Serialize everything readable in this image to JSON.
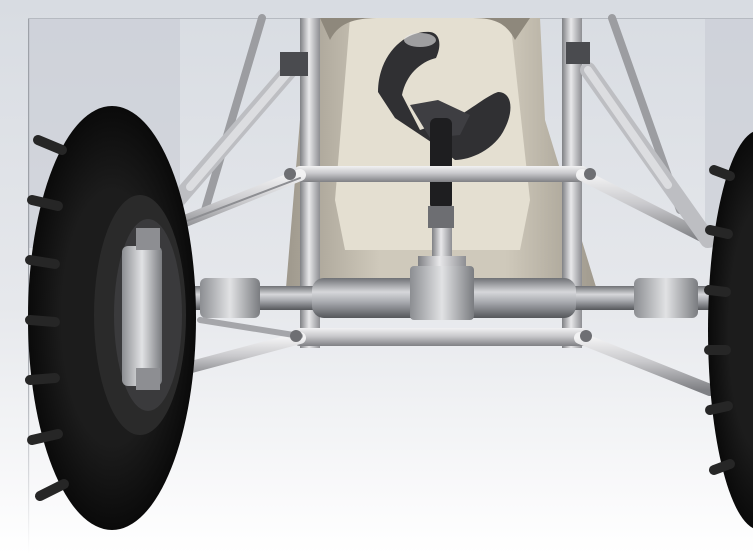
{
  "scene": {
    "subject": "buggy-front-suspension-render",
    "colors": {
      "background_top": "#d8dce2",
      "background_bottom": "#ffffff",
      "frame_tube": "#c9c9cc",
      "frame_tube_shade": "#8d8e92",
      "seat": "#b9b3a6",
      "seat_inner": "#e4dfd1",
      "tire": "#141414",
      "tire_tread": "#262626",
      "rim": "#2a2a2a",
      "hub": "#bfc1c4",
      "steering_wheel": "#303033",
      "steering_column": "#1e1e20",
      "axle": "#a9abb0"
    },
    "icons": [
      "steering-wheel",
      "left-wheel",
      "right-wheel",
      "tube-frame",
      "drive-axle",
      "shock-absorber"
    ]
  }
}
